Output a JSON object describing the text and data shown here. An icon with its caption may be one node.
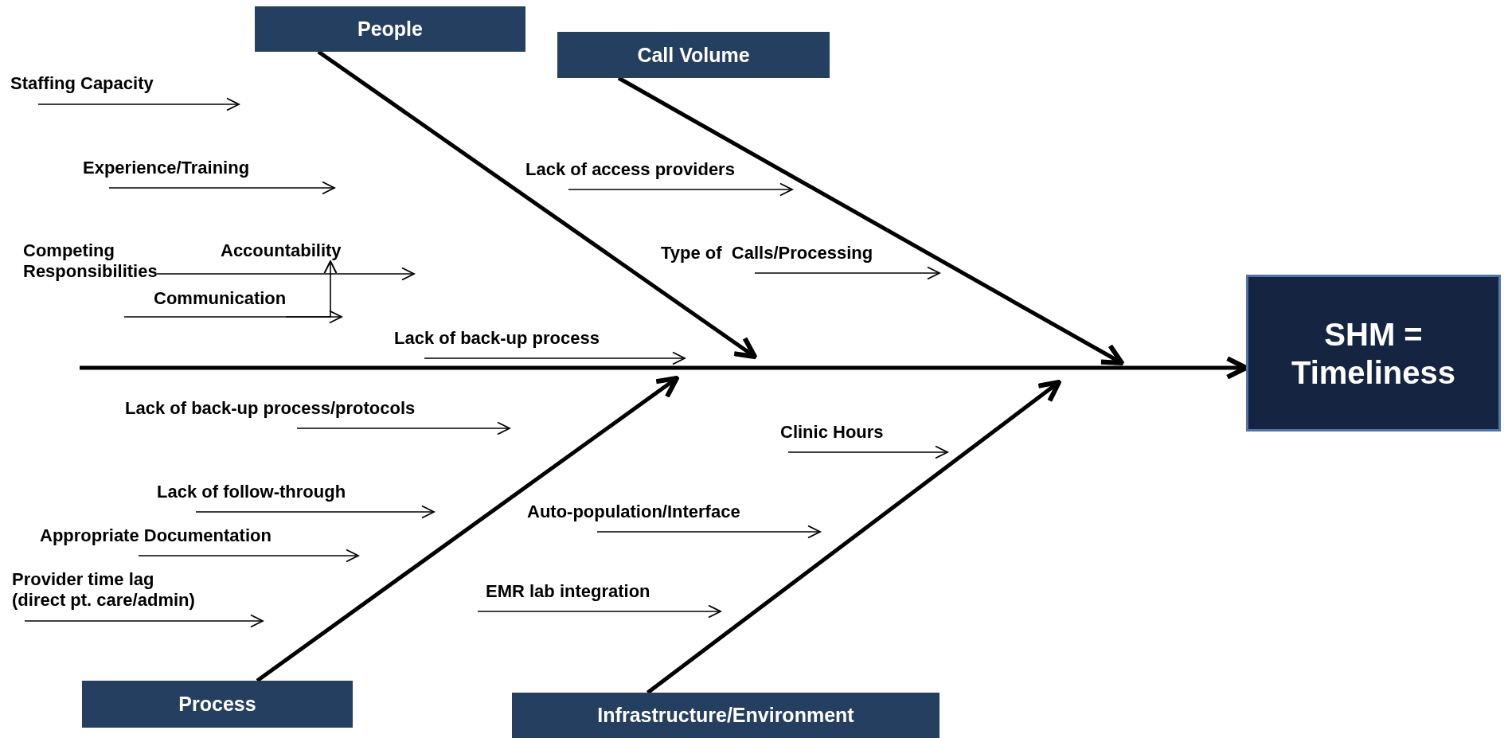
{
  "diagram": {
    "nodes": [
      {
        "text": [
          "People"
        ]
      },
      {
        "text": [
          "Call Volume"
        ]
      },
      {
        "text": [
          "Staffing Capacity"
        ]
      },
      {
        "text": [
          "Experience/Training"
        ]
      },
      {
        "text": [
          "Competing Responsibilities"
        ]
      },
      {
        "text": [
          "Accountability"
        ]
      },
      {
        "text": [
          "Communication"
        ]
      },
      {
        "text": [
          "Lack of back-up process"
        ]
      },
      {
        "text": [
          "Lack of access providers"
        ]
      },
      {
        "text": [
          "Type of  Calls/Processing"
        ]
      },
      {
        "text": [
          "SHM = Timeliness"
        ]
      },
      {
        "text": [
          "Lack of back-up process/protocols"
        ]
      },
      {
        "text": [
          "Lack of follow-through"
        ]
      },
      {
        "text": [
          "Appropriate Documentation"
        ]
      },
      {
        "text": [
          "Provider time lag (direct pt. care/admin)"
        ]
      },
      {
        "text": [
          "Clinic Hours"
        ]
      },
      {
        "text": [
          "Auto-population/Interface"
        ]
      },
      {
        "text": [
          "EMR lab integration"
        ]
      },
      {
        "text": [
          "Process"
        ]
      },
      {
        "text": [
          "Infrastructure/Environment"
        ]
      }
    ],
    "edges": [
      {
        "from": null,
        "to": 10,
        "arrow": "to",
        "style": "thick"
      },
      {
        "from": 0,
        "to": null,
        "arrow": "to",
        "style": "thick"
      },
      {
        "from": 1,
        "to": null,
        "arrow": "to",
        "style": "thick"
      },
      {
        "from": 2,
        "to": null,
        "arrow": "to"
      },
      {
        "from": 3,
        "to": null,
        "arrow": "to"
      },
      {
        "from": 4,
        "to": null,
        "arrow": "to"
      },
      {
        "from": 6,
        "to": null,
        "arrow": "to"
      },
      {
        "from": 6,
        "to": 5,
        "arrow": "to"
      },
      {
        "from": 7,
        "to": null,
        "arrow": "to"
      },
      {
        "from": 8,
        "to": null,
        "arrow": "to"
      },
      {
        "from": 9,
        "to": null,
        "arrow": "to"
      },
      {
        "from": 11,
        "to": null,
        "arrow": "to"
      },
      {
        "from": 12,
        "to": null,
        "arrow": "to"
      },
      {
        "from": 13,
        "to": null,
        "arrow": "to"
      },
      {
        "from": 14,
        "to": null,
        "arrow": "to"
      },
      {
        "from": 15,
        "to": null,
        "arrow": "to"
      },
      {
        "from": 16,
        "to": null,
        "arrow": "to"
      },
      {
        "from": 17,
        "to": null,
        "arrow": "to"
      },
      {
        "from": 18,
        "to": null,
        "arrow": "to",
        "style": "thick"
      },
      {
        "from": 19,
        "to": null,
        "arrow": "to",
        "style": "thick"
      }
    ]
  }
}
